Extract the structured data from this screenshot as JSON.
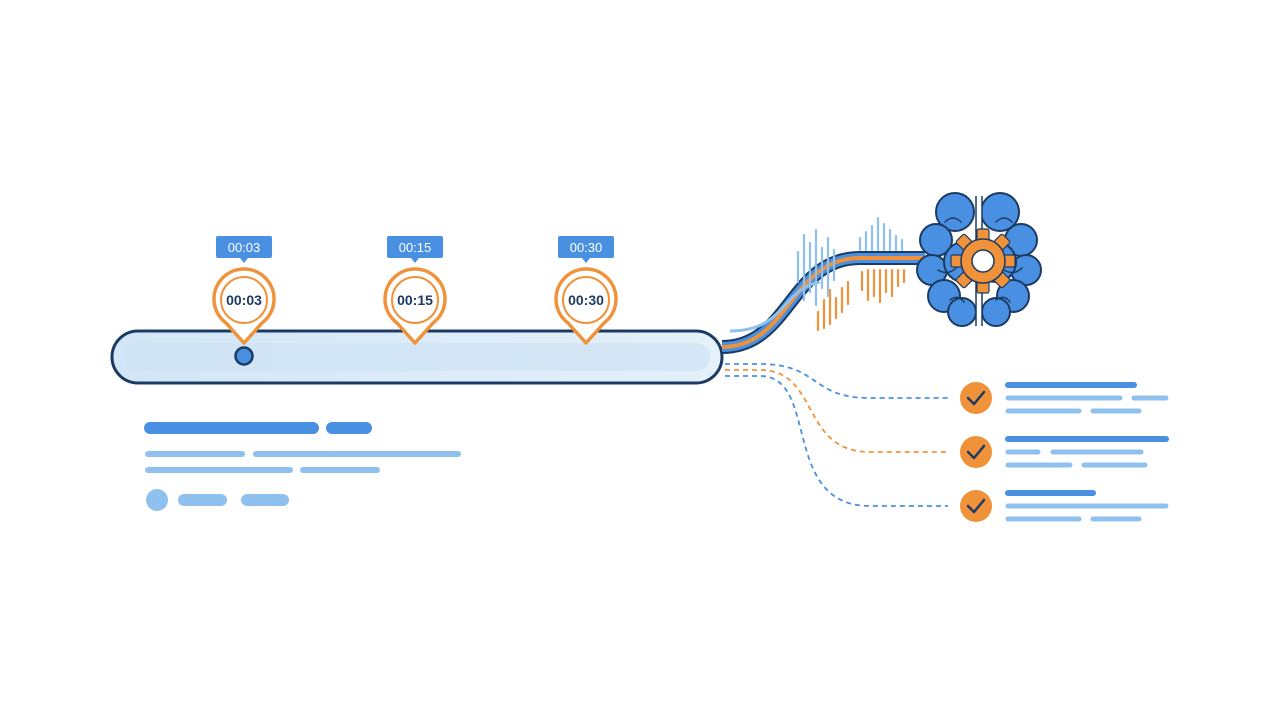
{
  "colors": {
    "accent_blue": "#4a90e2",
    "light_blue": "#8fc1ee",
    "accent_orange": "#f0923a",
    "navy_outline": "#1c3b63",
    "track_fill": "#d6e9f8"
  },
  "timeline": {
    "playhead_position": 0.21,
    "markers": [
      {
        "tag_label": "00:03",
        "pin_label": "00:03",
        "position": 0.21
      },
      {
        "tag_label": "00:15",
        "pin_label": "00:15",
        "position": 0.5
      },
      {
        "tag_label": "00:30",
        "pin_label": "00:30",
        "position": 0.79
      }
    ]
  },
  "brain": {
    "icon": "brain-gear-icon"
  },
  "results": [
    {
      "icon": "check-icon",
      "line_color": "blue"
    },
    {
      "icon": "check-icon",
      "line_color": "orange"
    },
    {
      "icon": "check-icon",
      "line_color": "blue"
    }
  ]
}
